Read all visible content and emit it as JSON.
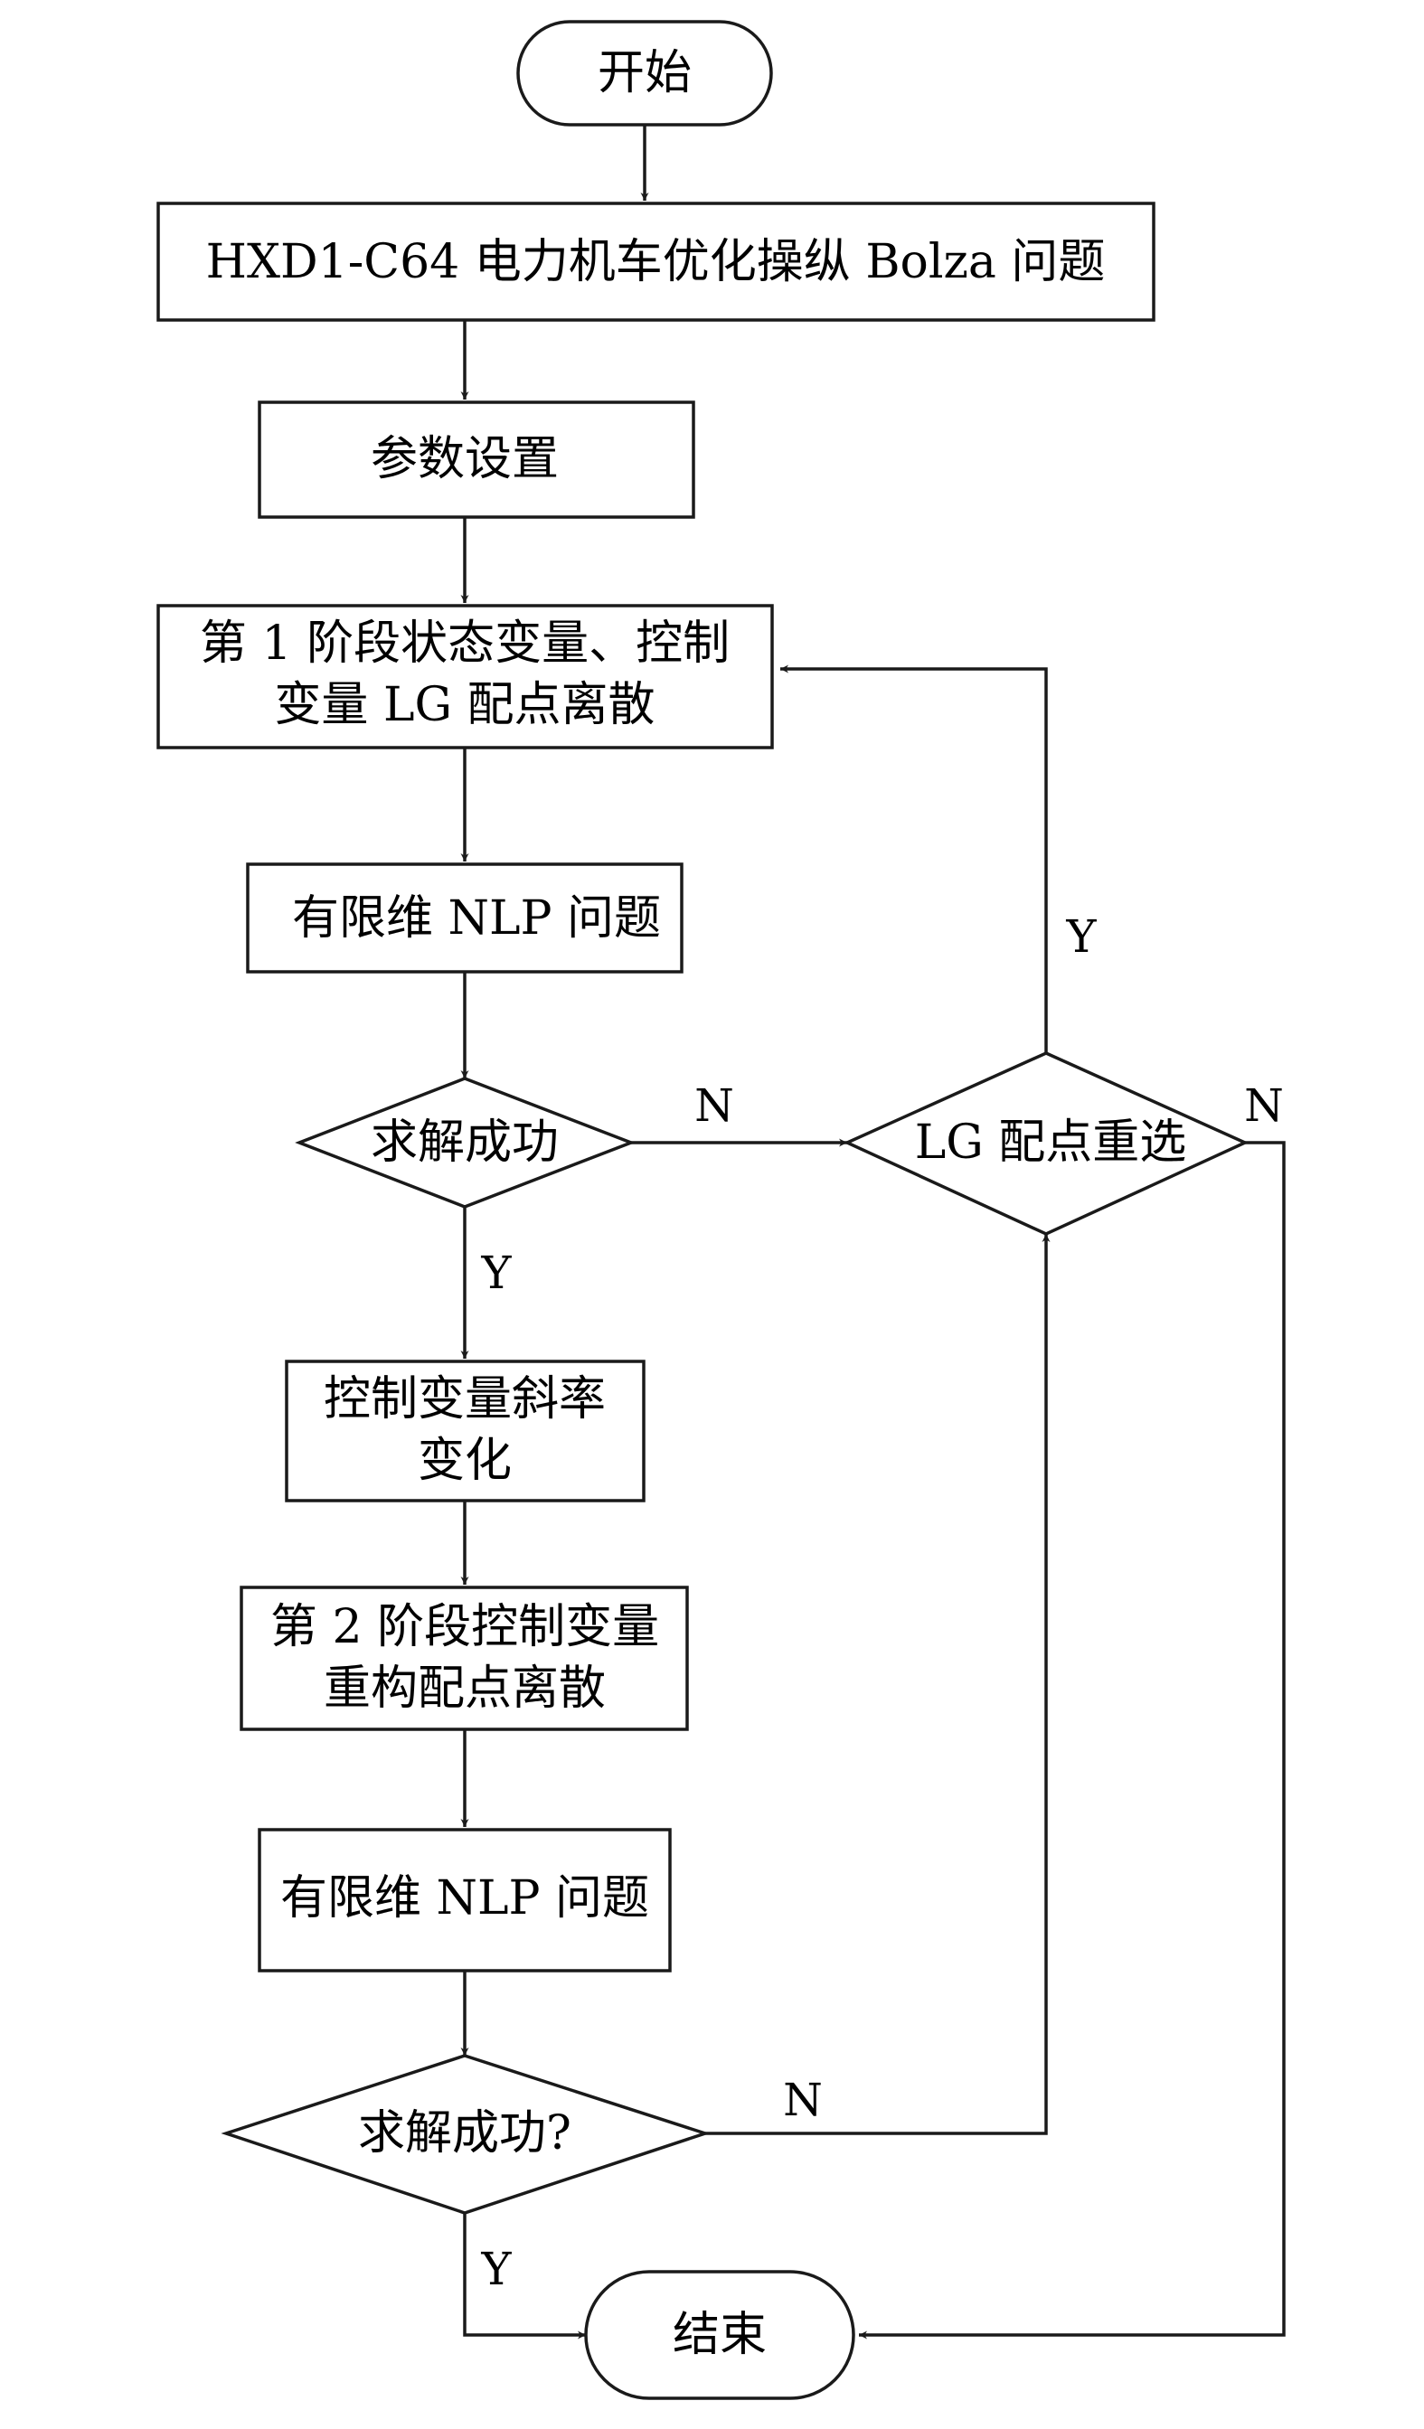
{
  "flowchart": {
    "start": "开始",
    "problem": "HXD1-C64 电力机车优化操纵 Bolza 问题",
    "params": "参数设置",
    "stage1": [
      "第 1 阶段状态变量、控制",
      "变量 LG 配点离散"
    ],
    "nlp1": "有限维 NLP 问题",
    "solve1": "求解成功",
    "reselect": "LG 配点重选",
    "slope": [
      "控制变量斜率",
      "变化"
    ],
    "stage2": [
      "第 2 阶段控制变量",
      "重构配点离散"
    ],
    "nlp2": "有限维 NLP 问题",
    "solve2": "求解成功?",
    "end": "结束"
  },
  "edge_labels": {
    "solve1_no": "N",
    "solve1_yes": "Y",
    "reselect_yes": "Y",
    "reselect_no": "N",
    "solve2_no": "N",
    "solve2_yes": "Y"
  },
  "colors": {
    "stroke": "#1a1a1a",
    "text": "#000000",
    "background": "#ffffff"
  }
}
